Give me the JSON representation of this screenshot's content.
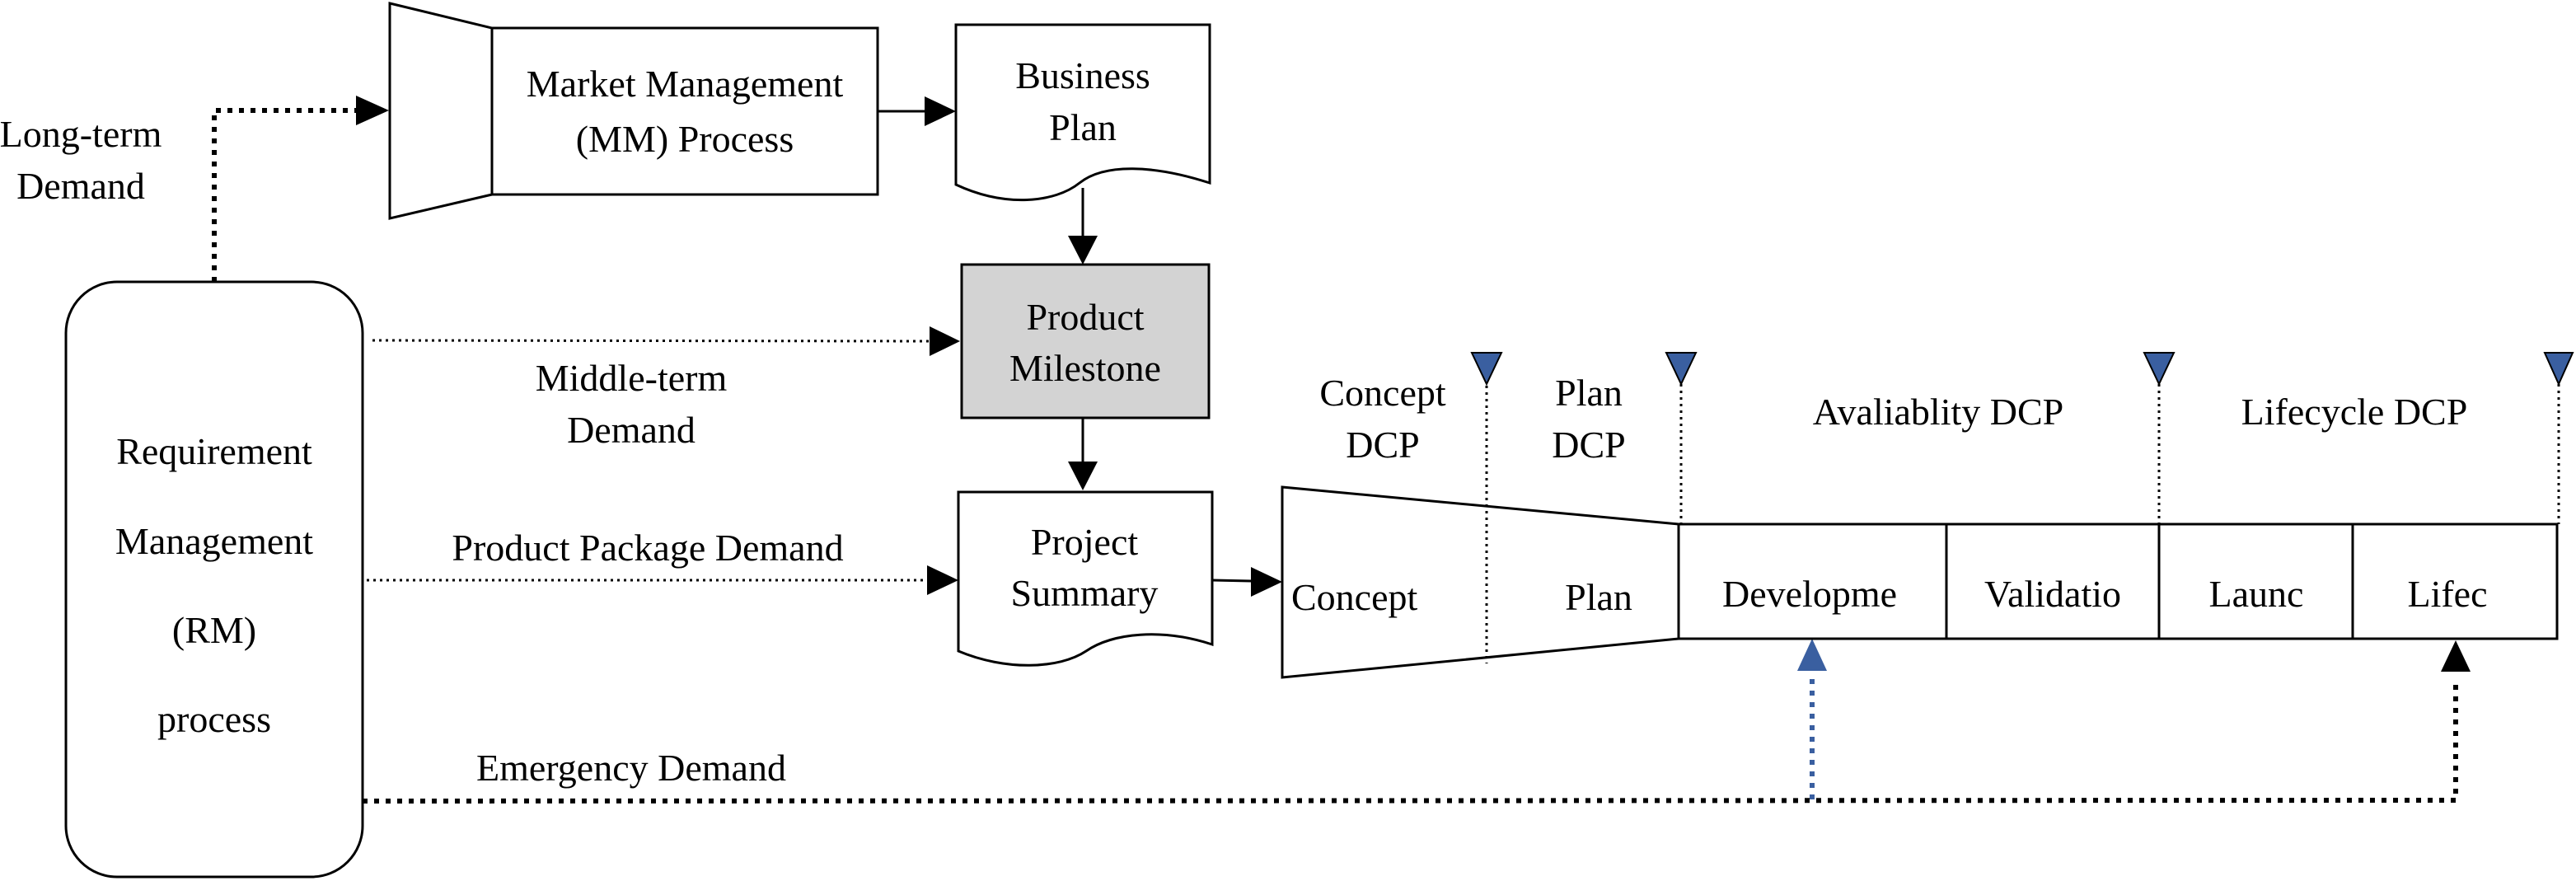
{
  "rm_process": {
    "line1": "Requirement",
    "line2": "Management",
    "line3": "(RM)",
    "line4": "process"
  },
  "mm_process": {
    "line1": "Market Management",
    "line2": "(MM) Process"
  },
  "business_plan": {
    "line1": "Business",
    "line2": "Plan"
  },
  "product_milestone": {
    "line1": "Product",
    "line2": "Milestone"
  },
  "project_summary": {
    "line1": "Project",
    "line2": "Summary"
  },
  "demands": {
    "long_term": {
      "line1": "Long-term",
      "line2": "Demand"
    },
    "middle_term": {
      "line1": "Middle-term",
      "line2": "Demand"
    },
    "product_package": "Product Package Demand",
    "emergency": "Emergency Demand"
  },
  "phases": {
    "concept": "Concept",
    "plan": "Plan",
    "development": "Developme",
    "validation": "Validatio",
    "launch": "Launc",
    "lifecycle": "Lifec"
  },
  "dcps": {
    "concept": {
      "line1": "Concept",
      "line2": "DCP"
    },
    "plan": {
      "line1": "Plan",
      "line2": "DCP"
    },
    "availability": "Avaliablity DCP",
    "lifecycle": "Lifecycle DCP"
  },
  "colors": {
    "milestone_fill": "#d3d3d3",
    "dcp_marker": "#3a5fa0",
    "stroke": "#000000"
  }
}
